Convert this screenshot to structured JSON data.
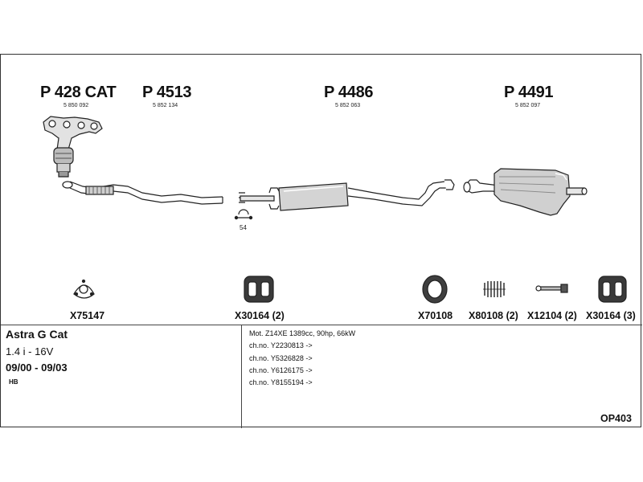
{
  "parts": {
    "p1": {
      "code": "P 428 CAT",
      "number": "5 850 092"
    },
    "p2": {
      "code": "P 4513",
      "number": "5 852 134"
    },
    "p3": {
      "code": "P 4486",
      "number": "5 852 063"
    },
    "p4": {
      "code": "P 4491",
      "number": "5 852 097"
    }
  },
  "clamp_label": "54",
  "accessories": [
    {
      "label": "X75147",
      "icon": "gasket-triangle-icon"
    },
    {
      "label": "X30164 (2)",
      "icon": "rubber-mount-icon"
    },
    {
      "label": "X70108",
      "icon": "sealing-ring-icon"
    },
    {
      "label": "X80108 (2)",
      "icon": "spring-icon"
    },
    {
      "label": "X12104 (2)",
      "icon": "bolt-icon"
    },
    {
      "label": "X30164 (3)",
      "icon": "rubber-mount-icon"
    }
  ],
  "vehicle": {
    "model": "Astra G Cat",
    "engine": "1.4 i - 16V",
    "years": "09/00 - 09/03",
    "body": "HB"
  },
  "specs": {
    "motor": "Mot. Z14XE 1389cc, 90hp, 66kW",
    "chassis": [
      "ch.no. Y2230813 ->",
      "ch.no. Y5326828 ->",
      "ch.no. Y6126175 ->",
      "ch.no. Y8155194 ->"
    ]
  },
  "catalog_code": "OP403",
  "colors": {
    "line": "#222222",
    "fill": "#dcdcdc",
    "dark": "#555555"
  }
}
